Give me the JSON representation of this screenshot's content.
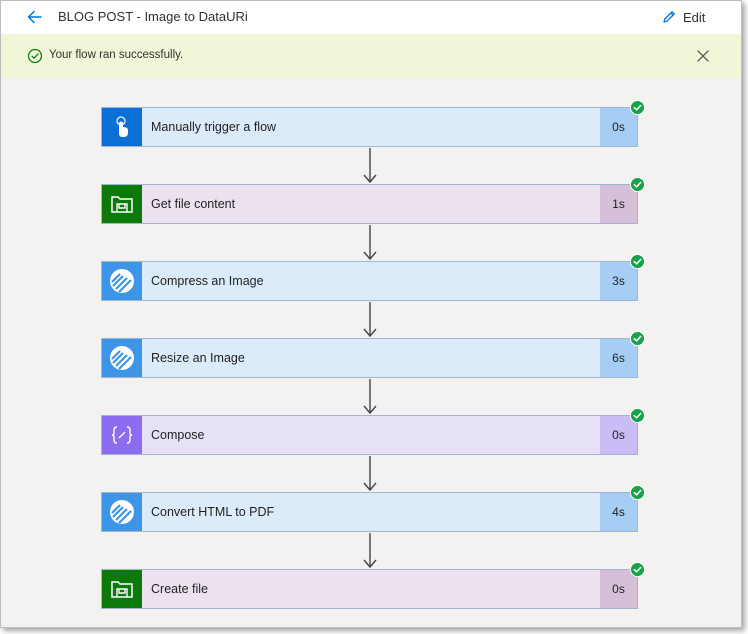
{
  "header": {
    "title": "BLOG POST - Image to DataURi",
    "edit_label": "Edit"
  },
  "banner": {
    "message": "Your flow ran successfully."
  },
  "steps": [
    {
      "label": "Manually trigger a flow",
      "duration": "0s",
      "icon": "touch-icon",
      "status": "success"
    },
    {
      "label": "Get file content",
      "duration": "1s",
      "icon": "file-content-icon",
      "status": "success"
    },
    {
      "label": "Compress an Image",
      "duration": "3s",
      "icon": "encodian-icon",
      "status": "success"
    },
    {
      "label": "Resize an Image",
      "duration": "6s",
      "icon": "encodian-icon",
      "status": "success"
    },
    {
      "label": "Compose",
      "duration": "0s",
      "icon": "compose-icon",
      "status": "success"
    },
    {
      "label": "Convert HTML to PDF",
      "duration": "4s",
      "icon": "encodian-icon",
      "status": "success"
    },
    {
      "label": "Create file",
      "duration": "0s",
      "icon": "file-content-icon",
      "status": "success"
    }
  ],
  "colors": {
    "banner_bg": "#f2f6d9",
    "success": "#107c10",
    "accent": "#0078d4"
  }
}
